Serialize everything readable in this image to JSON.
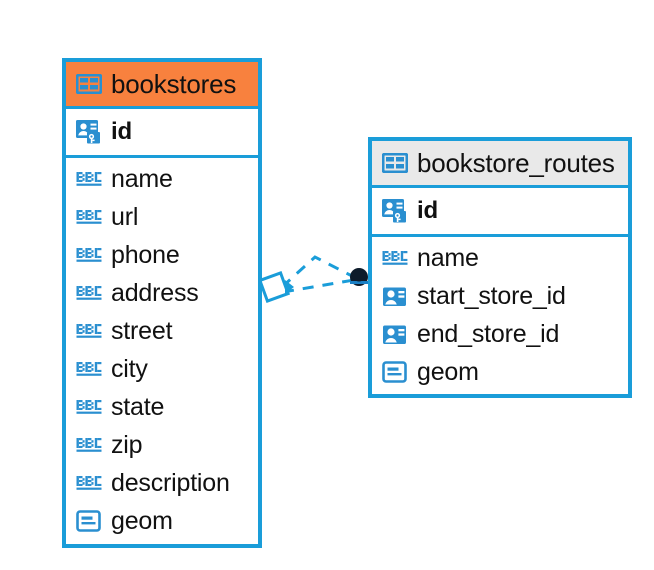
{
  "diagram": {
    "type": "entity-relationship-diagram",
    "background": "#ffffff",
    "accent_blue": "#1a9dd9",
    "header_orange": "#f8813e",
    "header_gray": "#e9e9e9",
    "text_color": "#111111"
  },
  "entities": [
    {
      "name": "bookstores",
      "title": "bookstores",
      "header_style": "orange",
      "header_icon": "table-grid-icon",
      "primary_key": {
        "label": "id",
        "icon": "primary-key-icon"
      },
      "fields": [
        {
          "label": "name",
          "icon": "abc-text-icon"
        },
        {
          "label": "url",
          "icon": "abc-text-icon"
        },
        {
          "label": "phone",
          "icon": "abc-text-icon"
        },
        {
          "label": "address",
          "icon": "abc-text-icon"
        },
        {
          "label": "street",
          "icon": "abc-text-icon"
        },
        {
          "label": "city",
          "icon": "abc-text-icon"
        },
        {
          "label": "state",
          "icon": "abc-text-icon"
        },
        {
          "label": "zip",
          "icon": "abc-text-icon"
        },
        {
          "label": "description",
          "icon": "abc-text-icon"
        },
        {
          "label": "geom",
          "icon": "geometry-icon"
        }
      ]
    },
    {
      "name": "bookstore_routes",
      "title": "bookstore_routes",
      "header_style": "gray",
      "header_icon": "table-grid-icon",
      "primary_key": {
        "label": "id",
        "icon": "primary-key-icon"
      },
      "fields": [
        {
          "label": "name",
          "icon": "abc-text-icon"
        },
        {
          "label": "start_store_id",
          "icon": "foreign-key-icon"
        },
        {
          "label": "end_store_id",
          "icon": "foreign-key-icon"
        },
        {
          "label": "geom",
          "icon": "geometry-icon"
        }
      ]
    }
  ],
  "relationship": {
    "source_entity": "bookstores",
    "target_entity": "bookstore_routes",
    "line_style": "dashed",
    "line_color": "#1a9dd9",
    "source_marker": "diamond-outline",
    "target_marker": "filled-circle",
    "target_marker_color": "#0d1b2a"
  }
}
